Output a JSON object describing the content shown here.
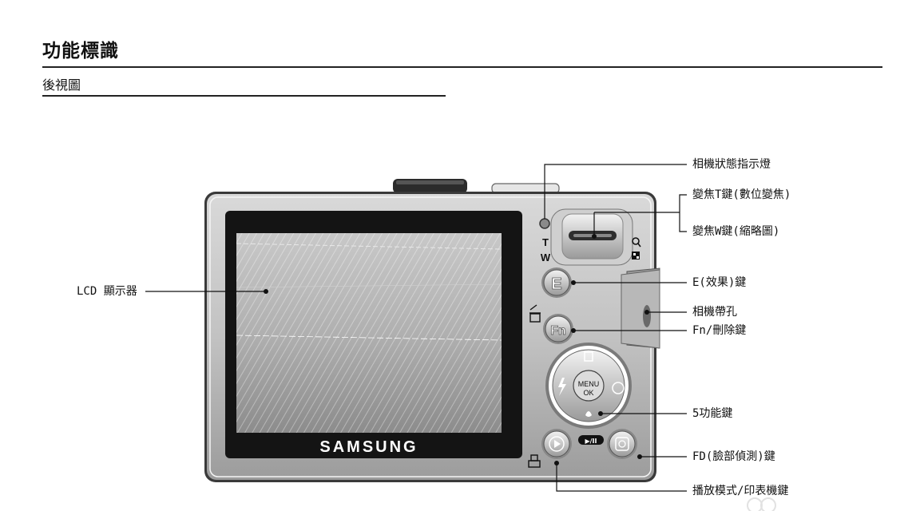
{
  "page": {
    "title": "功能標識",
    "subtitle": "後視圖"
  },
  "camera": {
    "brand": "SAMSUNG",
    "zoom_tele_mark": "T",
    "zoom_wide_mark": "W",
    "e_button_text": "E",
    "fn_button_text": "Fn",
    "menu_ok_line1": "MENU",
    "menu_ok_line2": "OK",
    "play_pause_mark": "▶/II"
  },
  "callouts": {
    "lcd": "LCD 顯示器",
    "status_lamp": "相機狀態指示燈",
    "zoom_t": "變焦T鍵(數位變焦)",
    "zoom_w": "變焦W鍵(縮略圖)",
    "e_button": "E(效果)鍵",
    "strap_eyelet": "相機帶孔",
    "fn_button": "Fn/刪除鍵",
    "five_function": "5功能鍵",
    "fd_button": "FD(臉部偵測)鍵",
    "play_print": "播放模式/印表機鍵"
  }
}
